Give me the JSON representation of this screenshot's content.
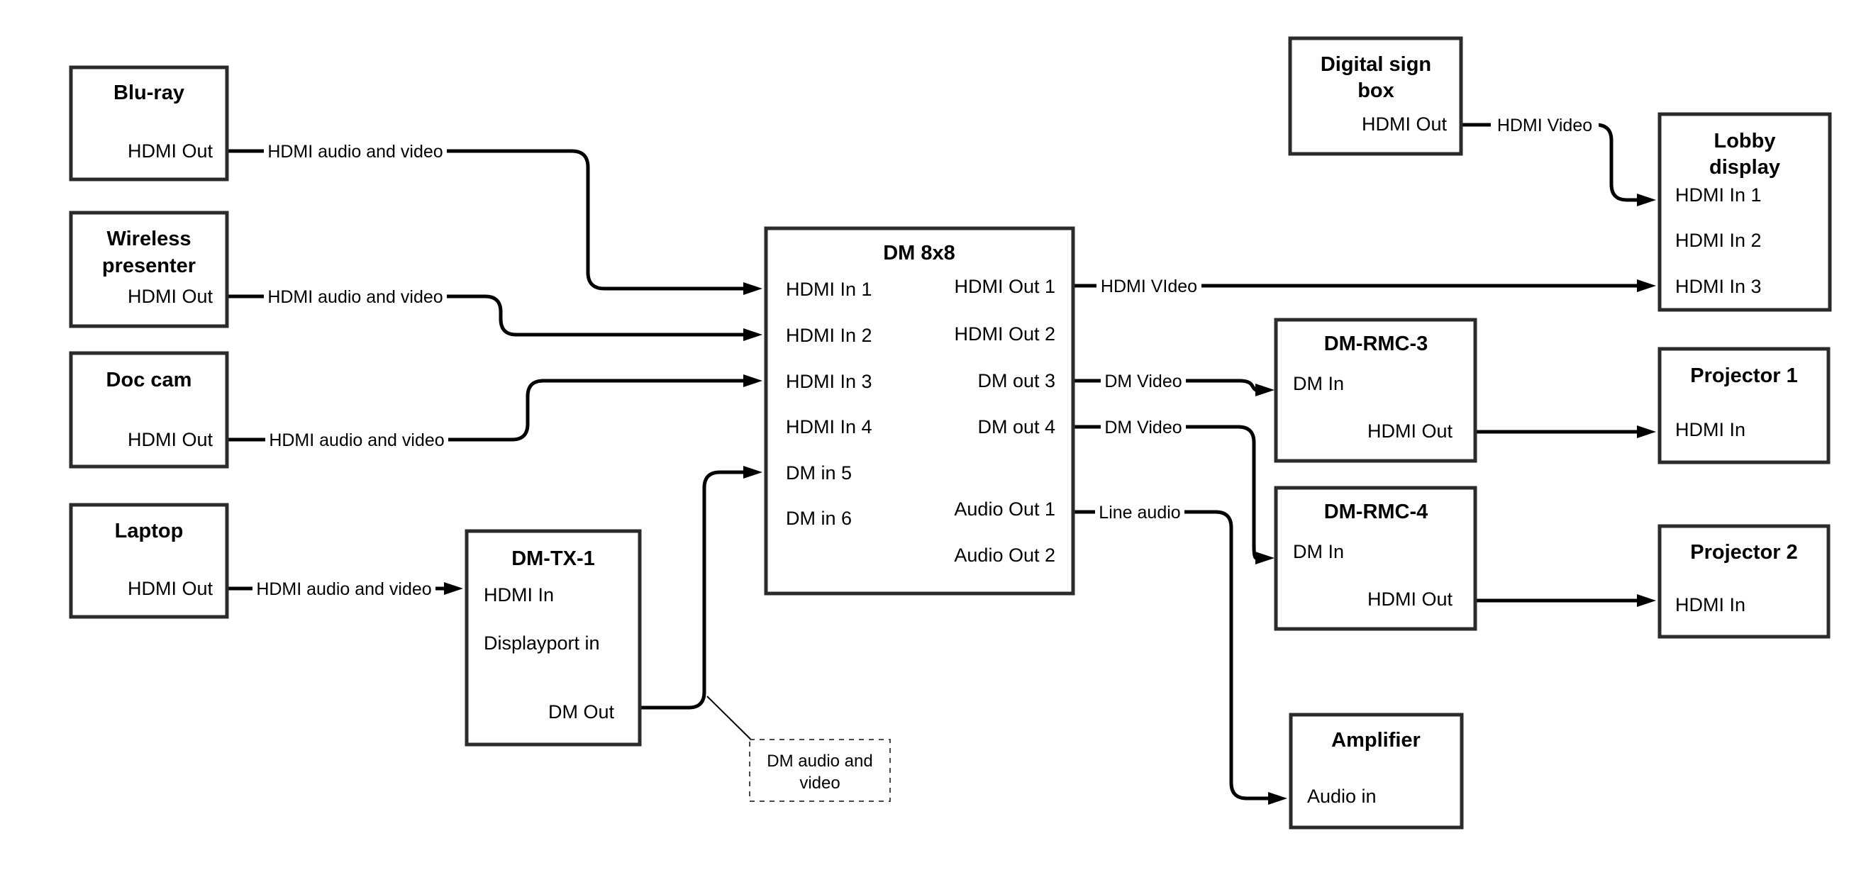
{
  "diagram": {
    "nodes": {
      "bluray": {
        "title": "Blu-ray",
        "port_hdmi_out": "HDMI Out"
      },
      "wireless": {
        "title_line1": "Wireless",
        "title_line2": "presenter",
        "port_hdmi_out": "HDMI Out"
      },
      "doccam": {
        "title": "Doc cam",
        "port_hdmi_out": "HDMI Out"
      },
      "laptop": {
        "title": "Laptop",
        "port_hdmi_out": "HDMI Out"
      },
      "dmtx1": {
        "title": "DM-TX-1",
        "port_hdmi_in": "HDMI In",
        "port_displayport_in": "Displayport in",
        "port_dm_out": "DM Out"
      },
      "dm8x8": {
        "title": "DM 8x8",
        "port_hdmi_in_1": "HDMI In 1",
        "port_hdmi_in_2": "HDMI In 2",
        "port_hdmi_in_3": "HDMI In 3",
        "port_hdmi_in_4": "HDMI In 4",
        "port_dm_in_5": "DM in 5",
        "port_dm_in_6": "DM in 6",
        "port_hdmi_out_1": "HDMI Out 1",
        "port_hdmi_out_2": "HDMI Out 2",
        "port_dm_out_3": "DM out 3",
        "port_dm_out_4": "DM out 4",
        "port_audio_out_1": "Audio Out 1",
        "port_audio_out_2": "Audio Out 2"
      },
      "digital_sign": {
        "title_line1": "Digital sign",
        "title_line2": "box",
        "port_hdmi_out": "HDMI Out"
      },
      "lobby": {
        "title_line1": "Lobby",
        "title_line2": "display",
        "port_hdmi_in_1": "HDMI In 1",
        "port_hdmi_in_2": "HDMI In 2",
        "port_hdmi_in_3": "HDMI In 3"
      },
      "rmc3": {
        "title": "DM-RMC-3",
        "port_dm_in": "DM In",
        "port_hdmi_out": "HDMI Out"
      },
      "proj1": {
        "title": "Projector 1",
        "port_hdmi_in": "HDMI In"
      },
      "rmc4": {
        "title": "DM-RMC-4",
        "port_dm_in": "DM In",
        "port_hdmi_out": "HDMI Out"
      },
      "proj2": {
        "title": "Projector 2",
        "port_hdmi_in": "HDMI In"
      },
      "amplifier": {
        "title": "Amplifier",
        "port_audio_in": "Audio in"
      }
    },
    "edge_labels": {
      "bluray_to_dm8x8": "HDMI audio and video",
      "wireless_to_dm8x8": "HDMI audio and video",
      "doccam_to_dm8x8": "HDMI audio and video",
      "laptop_to_dmtx1": "HDMI audio and video",
      "hdmi_out1_to_lobby": "HDMI VIdeo",
      "dm_out3_to_rmc3": "DM Video",
      "dm_out4_to_rmc4": "DM Video",
      "audio_out1_to_amp": "Line audio",
      "digital_sign_to_lobby": "HDMI Video"
    },
    "callout": {
      "line1": "DM audio and",
      "line2": "video"
    },
    "colors": {
      "box_stroke": "#2b2b2b",
      "edge_stroke": "#000000",
      "text": "#000000",
      "background": "#ffffff"
    }
  }
}
